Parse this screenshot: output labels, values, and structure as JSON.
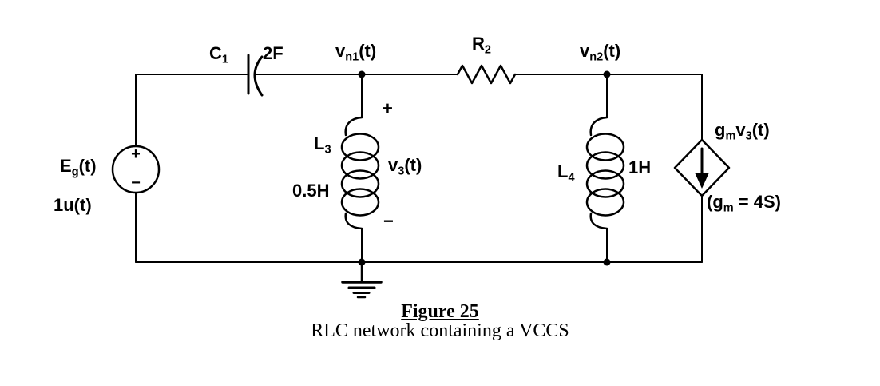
{
  "source": {
    "name_base": "E",
    "name_sub": "g",
    "name_rest": "(t)",
    "value": "1u(t)",
    "plus": "+",
    "minus": "−"
  },
  "capacitor": {
    "name_base": "C",
    "name_sub": "1",
    "value": "2F"
  },
  "resistor": {
    "name_base": "R",
    "name_sub": "2"
  },
  "node1": {
    "base": "v",
    "sub": "n1",
    "rest": "(t)"
  },
  "node2": {
    "base": "v",
    "sub": "n2",
    "rest": "(t)"
  },
  "inductor3": {
    "name_base": "L",
    "name_sub": "3",
    "value": "0.5H"
  },
  "inductor4": {
    "name_base": "L",
    "name_sub": "4",
    "value": "1H"
  },
  "v3": {
    "plus": "+",
    "base": "v",
    "sub": "3",
    "rest": "(t)",
    "minus": "−"
  },
  "vccs": {
    "label_p1": "g",
    "label_s1": "m",
    "label_p2": "v",
    "label_s2": "3",
    "label_p3": "(t)",
    "gain_p1": "(g",
    "gain_s1": "m",
    "gain_p2": " = 4S)"
  },
  "caption": {
    "title": "Figure 25",
    "subtitle": "RLC network containing a VCCS"
  },
  "colors": {
    "ink": "#000000",
    "background": "#ffffff"
  }
}
